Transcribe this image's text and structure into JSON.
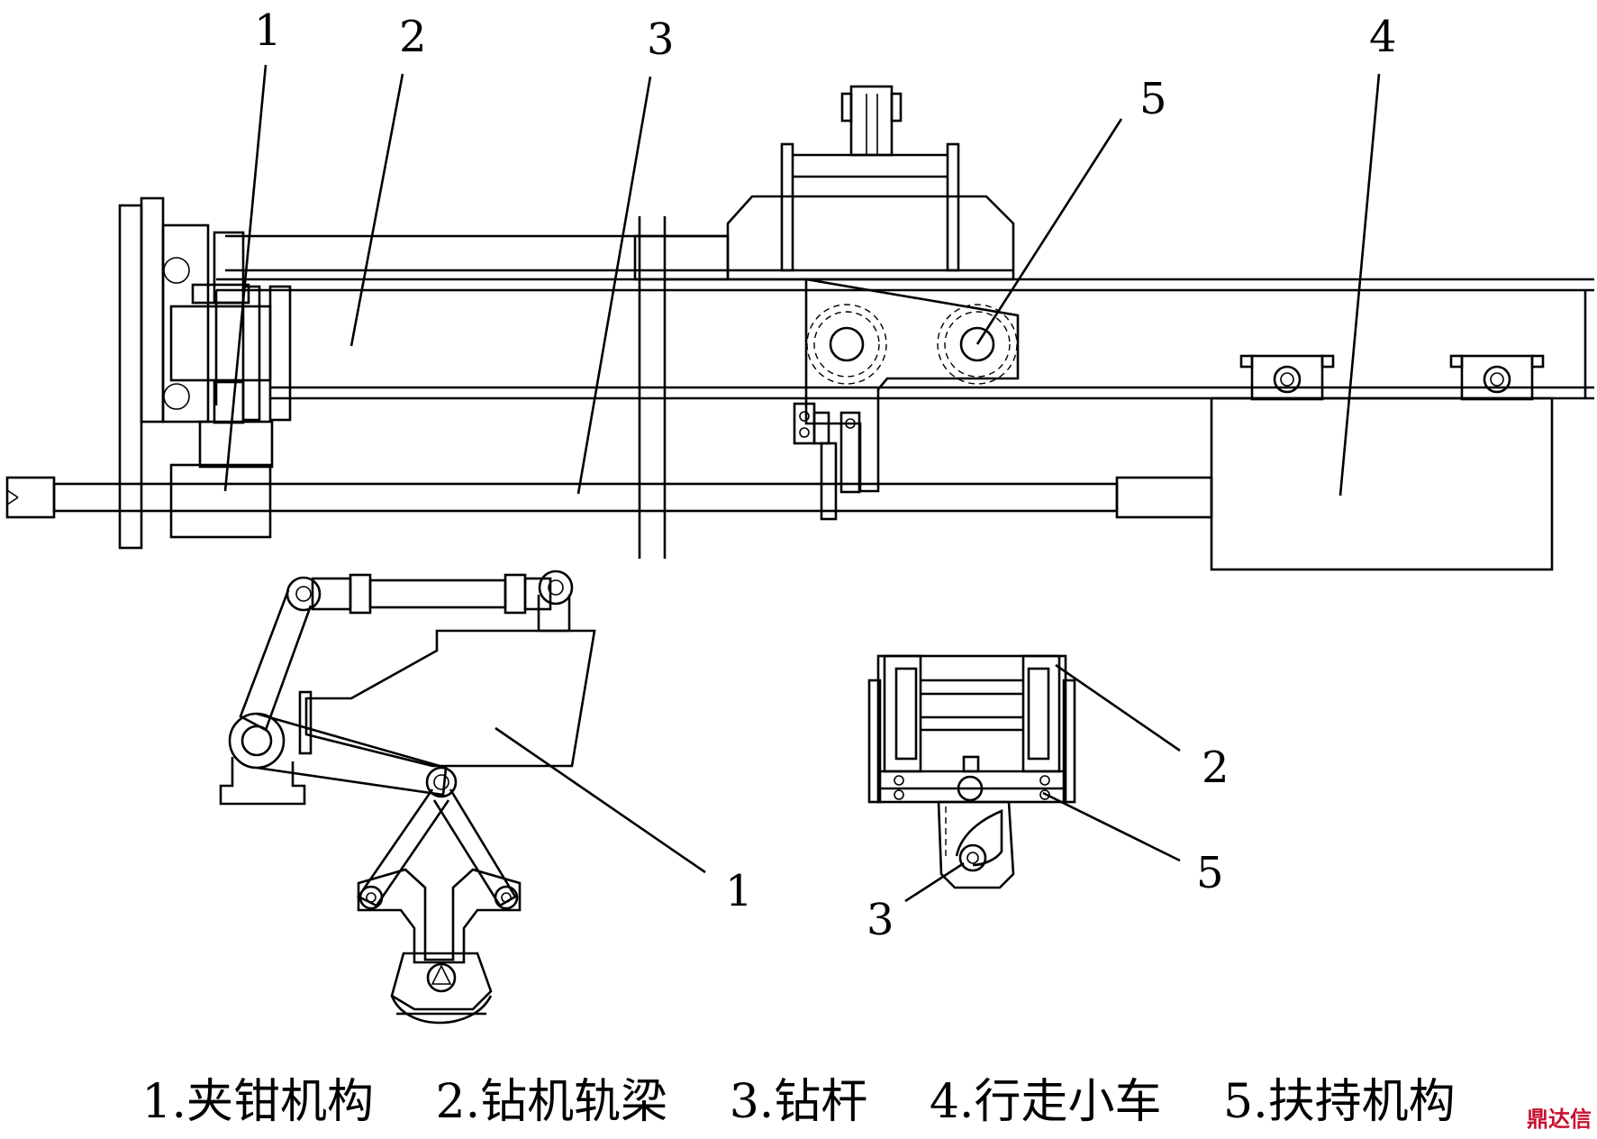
{
  "labels": {
    "top": [
      "1",
      "2",
      "3",
      "4",
      "5"
    ],
    "clamp_view": "1",
    "section_view": [
      "2",
      "5",
      "3"
    ]
  },
  "caption": [
    "1.夹钳机构",
    "2.钻机轨梁",
    "3.钻杆",
    "4.行走小车",
    "5.扶持机构"
  ],
  "watermark": "鼎达信",
  "colors": {
    "line": "#000000",
    "watermark": "#c8102e"
  }
}
